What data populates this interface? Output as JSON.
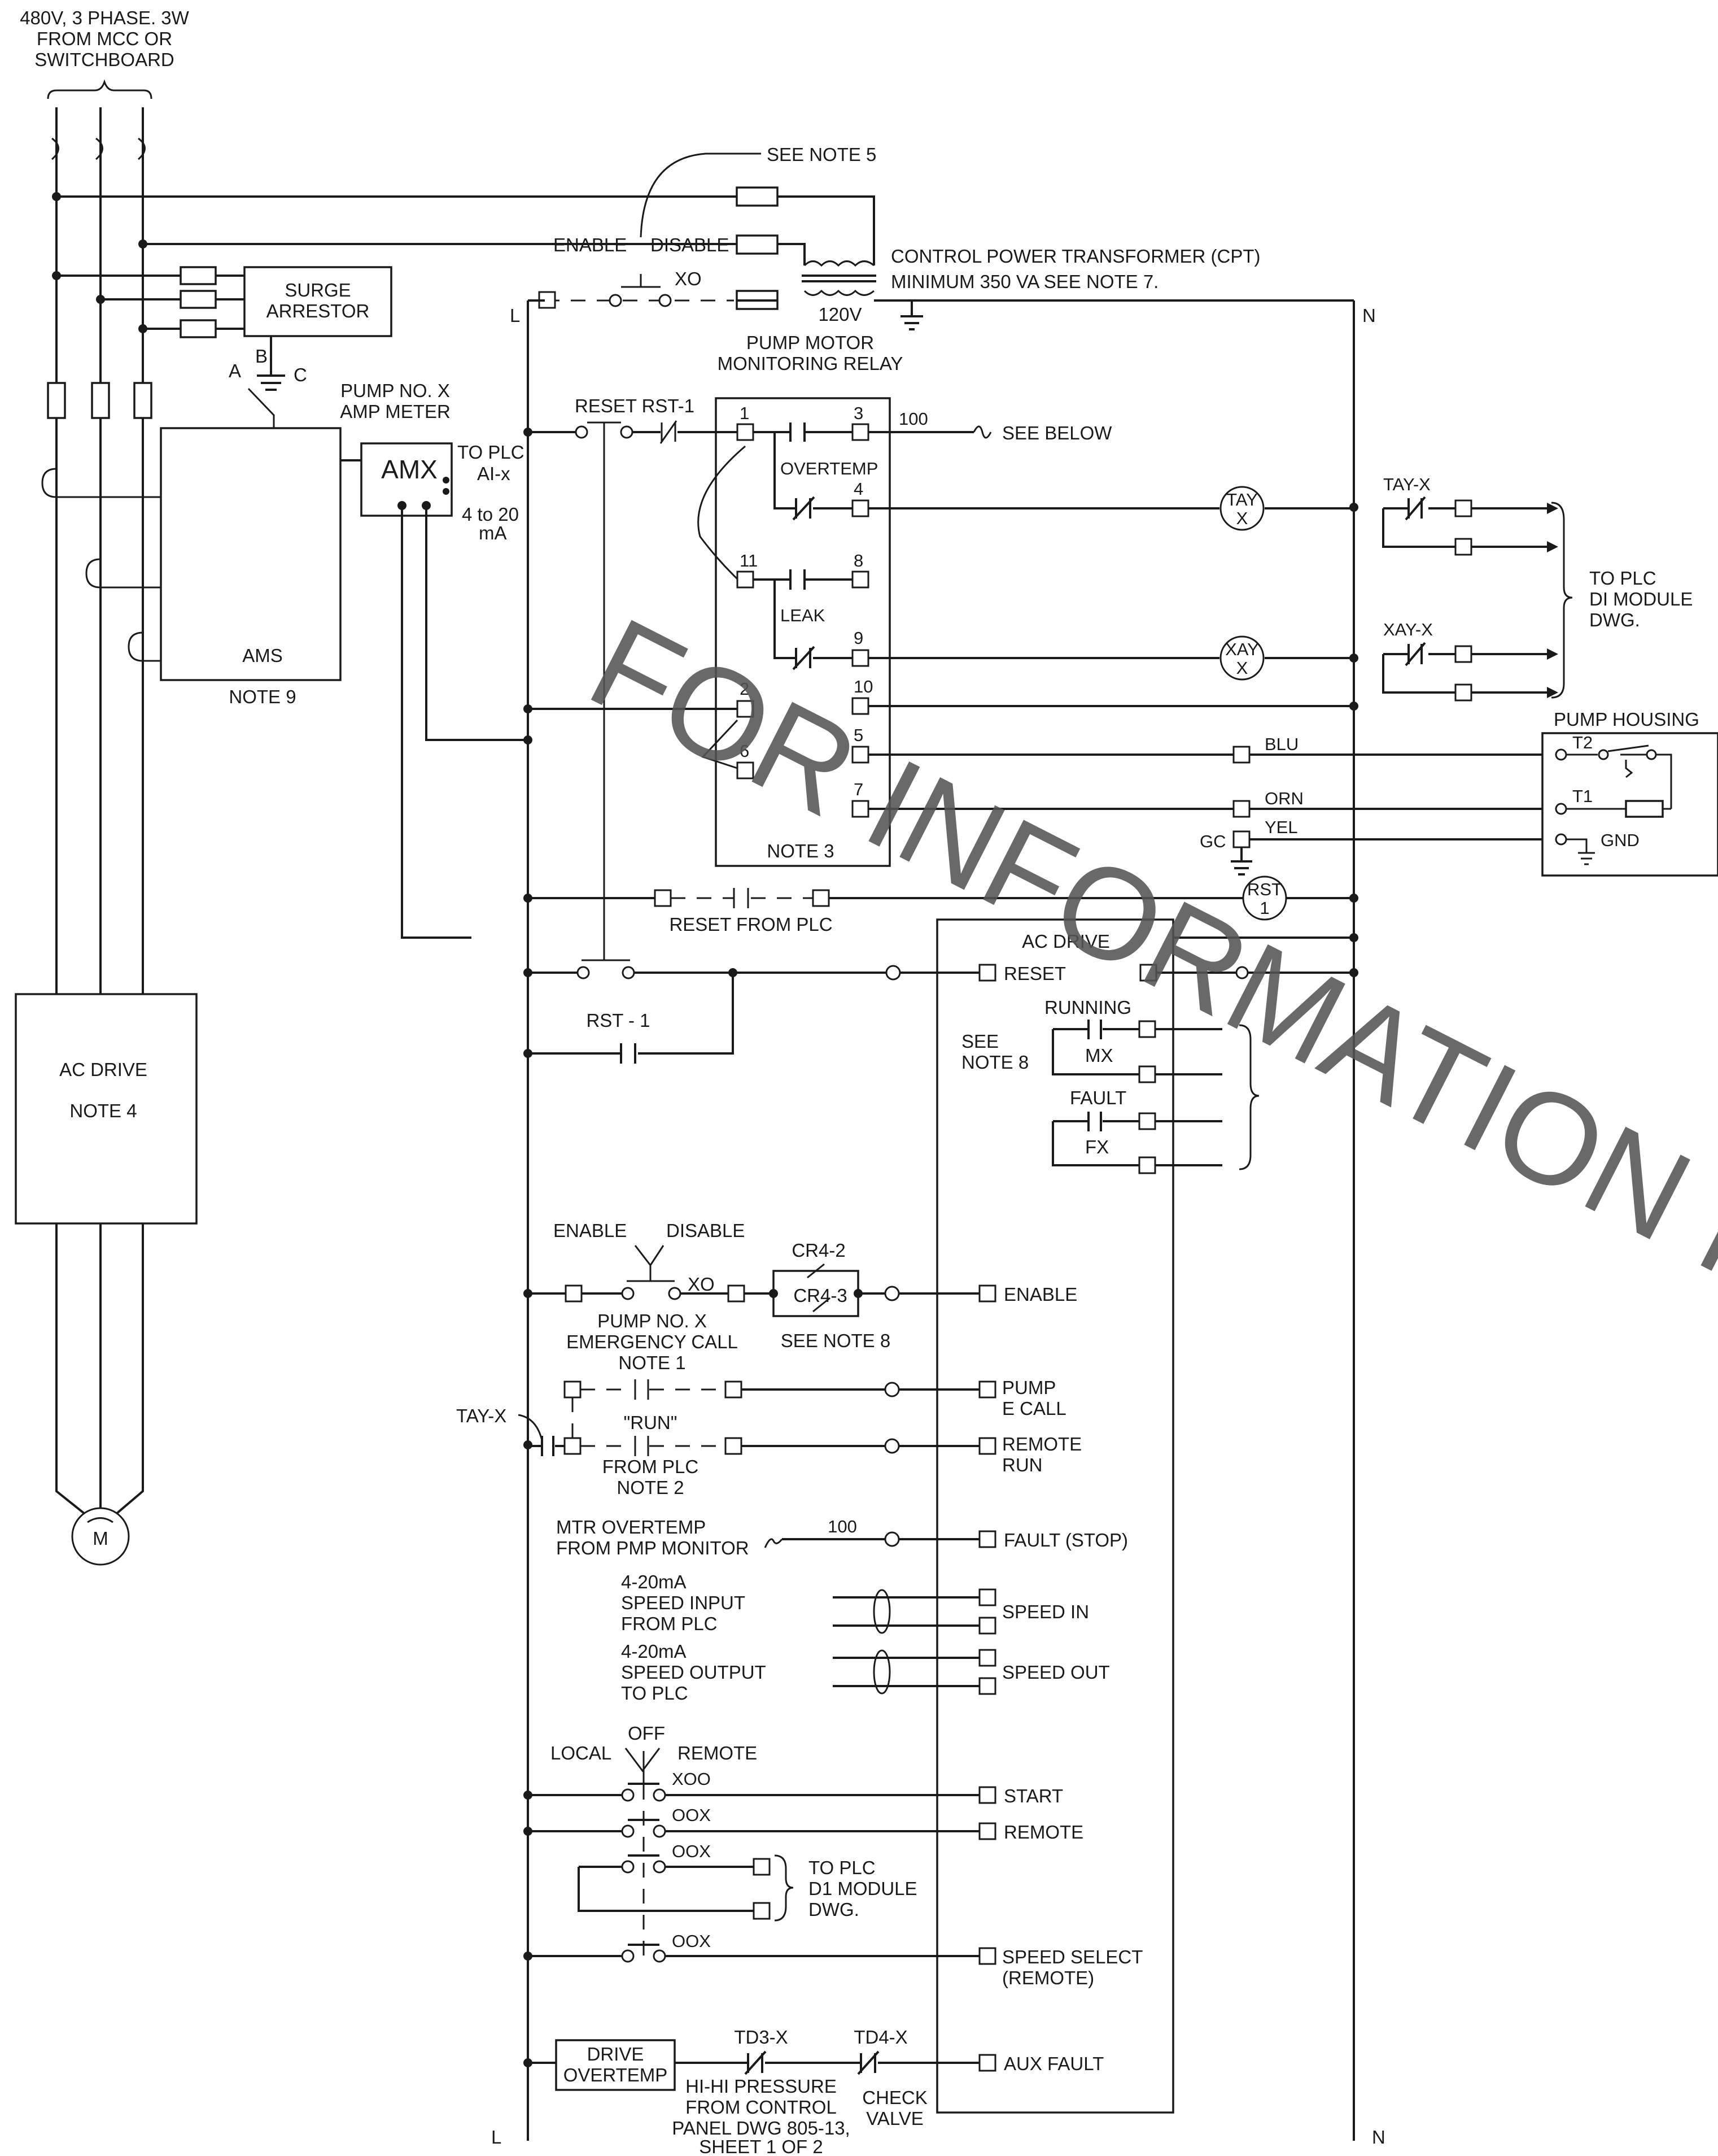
{
  "supply": {
    "line1": "480V, 3 PHASE. 3W",
    "line2": "FROM MCC OR",
    "line3": "SWITCHBOARD"
  },
  "note5": "SEE NOTE 5",
  "cpt": {
    "line1": "CONTROL POWER TRANSFORMER (CPT)",
    "line2": "MINIMUM 350 VA  SEE NOTE  7.",
    "secondary": "120V",
    "enable": "ENABLE",
    "disable": "DISABLE",
    "xo": "XO"
  },
  "rails": {
    "left": "L",
    "right": "N"
  },
  "surge": {
    "line1": "SURGE",
    "line2": "ARRESTOR",
    "a": "A",
    "b": "B",
    "c": "C"
  },
  "ammeter": {
    "title1": "PUMP NO. X",
    "title2": "AMP METER",
    "tag": "AMX",
    "out1": "TO PLC",
    "out2": "AI-x",
    "out3": "4 to 20",
    "out4": "mA"
  },
  "ams": {
    "tag": "AMS",
    "note": "NOTE 9"
  },
  "relay": {
    "title1": "PUMP MOTOR",
    "title2": "MONITORING RELAY",
    "reset": "RESET RST-1",
    "t1": "1",
    "t3": "3",
    "t4": "4",
    "t11": "11",
    "t8": "8",
    "t9": "9",
    "t10": "10",
    "t2": "2",
    "t6": "6",
    "t5": "5",
    "t7": "7",
    "overtemp": "OVERTEMP",
    "leak": "LEAK",
    "note": "NOTE 3",
    "wire100": "100",
    "see_below": "SEE BELOW",
    "blu": "BLU",
    "orn": "ORN",
    "yel": "YEL",
    "gc": "GC"
  },
  "coils": {
    "tay1": "TAY",
    "tay2": "X",
    "xay1": "XAY",
    "xay2": "X",
    "rst1": "RST",
    "rst2": "1"
  },
  "plc_di": {
    "tay": "TAY-X",
    "xay": "XAY-X",
    "line1": "TO PLC",
    "line2": "DI MODULE",
    "line3": "DWG."
  },
  "housing": {
    "title": "PUMP HOUSING",
    "t2": "T2",
    "t1": "T1",
    "gnd": "GND"
  },
  "reset_plc": "RESET FROM PLC",
  "rst1_contact": "RST - 1",
  "drive_left": {
    "line1": "AC DRIVE",
    "line2": "NOTE 4"
  },
  "motor": "M",
  "drive": {
    "title": "AC DRIVE",
    "reset": "RESET",
    "running": "RUNNING",
    "mx": "MX",
    "fault": "FAULT",
    "fx": "FX",
    "see8a": "SEE",
    "see8b": "NOTE 8",
    "enable": "ENABLE",
    "pump_ecall1": "PUMP",
    "pump_ecall2": "E CALL",
    "remote_run1": "REMOTE",
    "remote_run2": "RUN",
    "fault_stop": "FAULT (STOP)",
    "speed_in": "SPEED IN",
    "speed_out": "SPEED OUT",
    "start": "START",
    "remote": "REMOTE",
    "speed_select1": "SPEED SELECT",
    "speed_select2": "(REMOTE)",
    "aux_fault": "AUX FAULT"
  },
  "ecall": {
    "enable": "ENABLE",
    "disable": "DISABLE",
    "xo": "XO",
    "line1": "PUMP NO. X",
    "line2": "EMERGENCY CALL",
    "line3": "NOTE 1",
    "cr42": "CR4-2",
    "cr43": "CR4-3",
    "see8": "SEE NOTE 8"
  },
  "run": {
    "tay": "TAY-X",
    "run": "\"RUN\"",
    "line1": "FROM PLC",
    "line2": "NOTE 2"
  },
  "mtr": {
    "line1": "MTR OVERTEMP",
    "line2": "FROM PMP MONITOR",
    "wire": "100"
  },
  "speed": {
    "in1": "4-20mA",
    "in2": "SPEED INPUT",
    "in3": "FROM PLC",
    "out1": "4-20mA",
    "out2": "SPEED OUTPUT",
    "out3": "TO PLC"
  },
  "selector": {
    "off": "OFF",
    "local": "LOCAL",
    "remote": "REMOTE",
    "c1": "XOO",
    "c2": "OOX",
    "c3": "OOX",
    "c4": "OOX",
    "plc1": "TO PLC",
    "plc2": "D1 MODULE",
    "plc3": "DWG."
  },
  "aux": {
    "drive1": "DRIVE",
    "drive2": "OVERTEMP",
    "td3": "TD3-X",
    "td4": "TD4-X",
    "hh1": "HI-HI PRESSURE",
    "hh2": "FROM CONTROL",
    "hh3": "PANEL DWG 805-13,",
    "hh4": "SHEET 1 OF 2",
    "cv1": "CHECK",
    "cv2": "VALVE"
  },
  "watermark": "FOR INFORMATION PU"
}
